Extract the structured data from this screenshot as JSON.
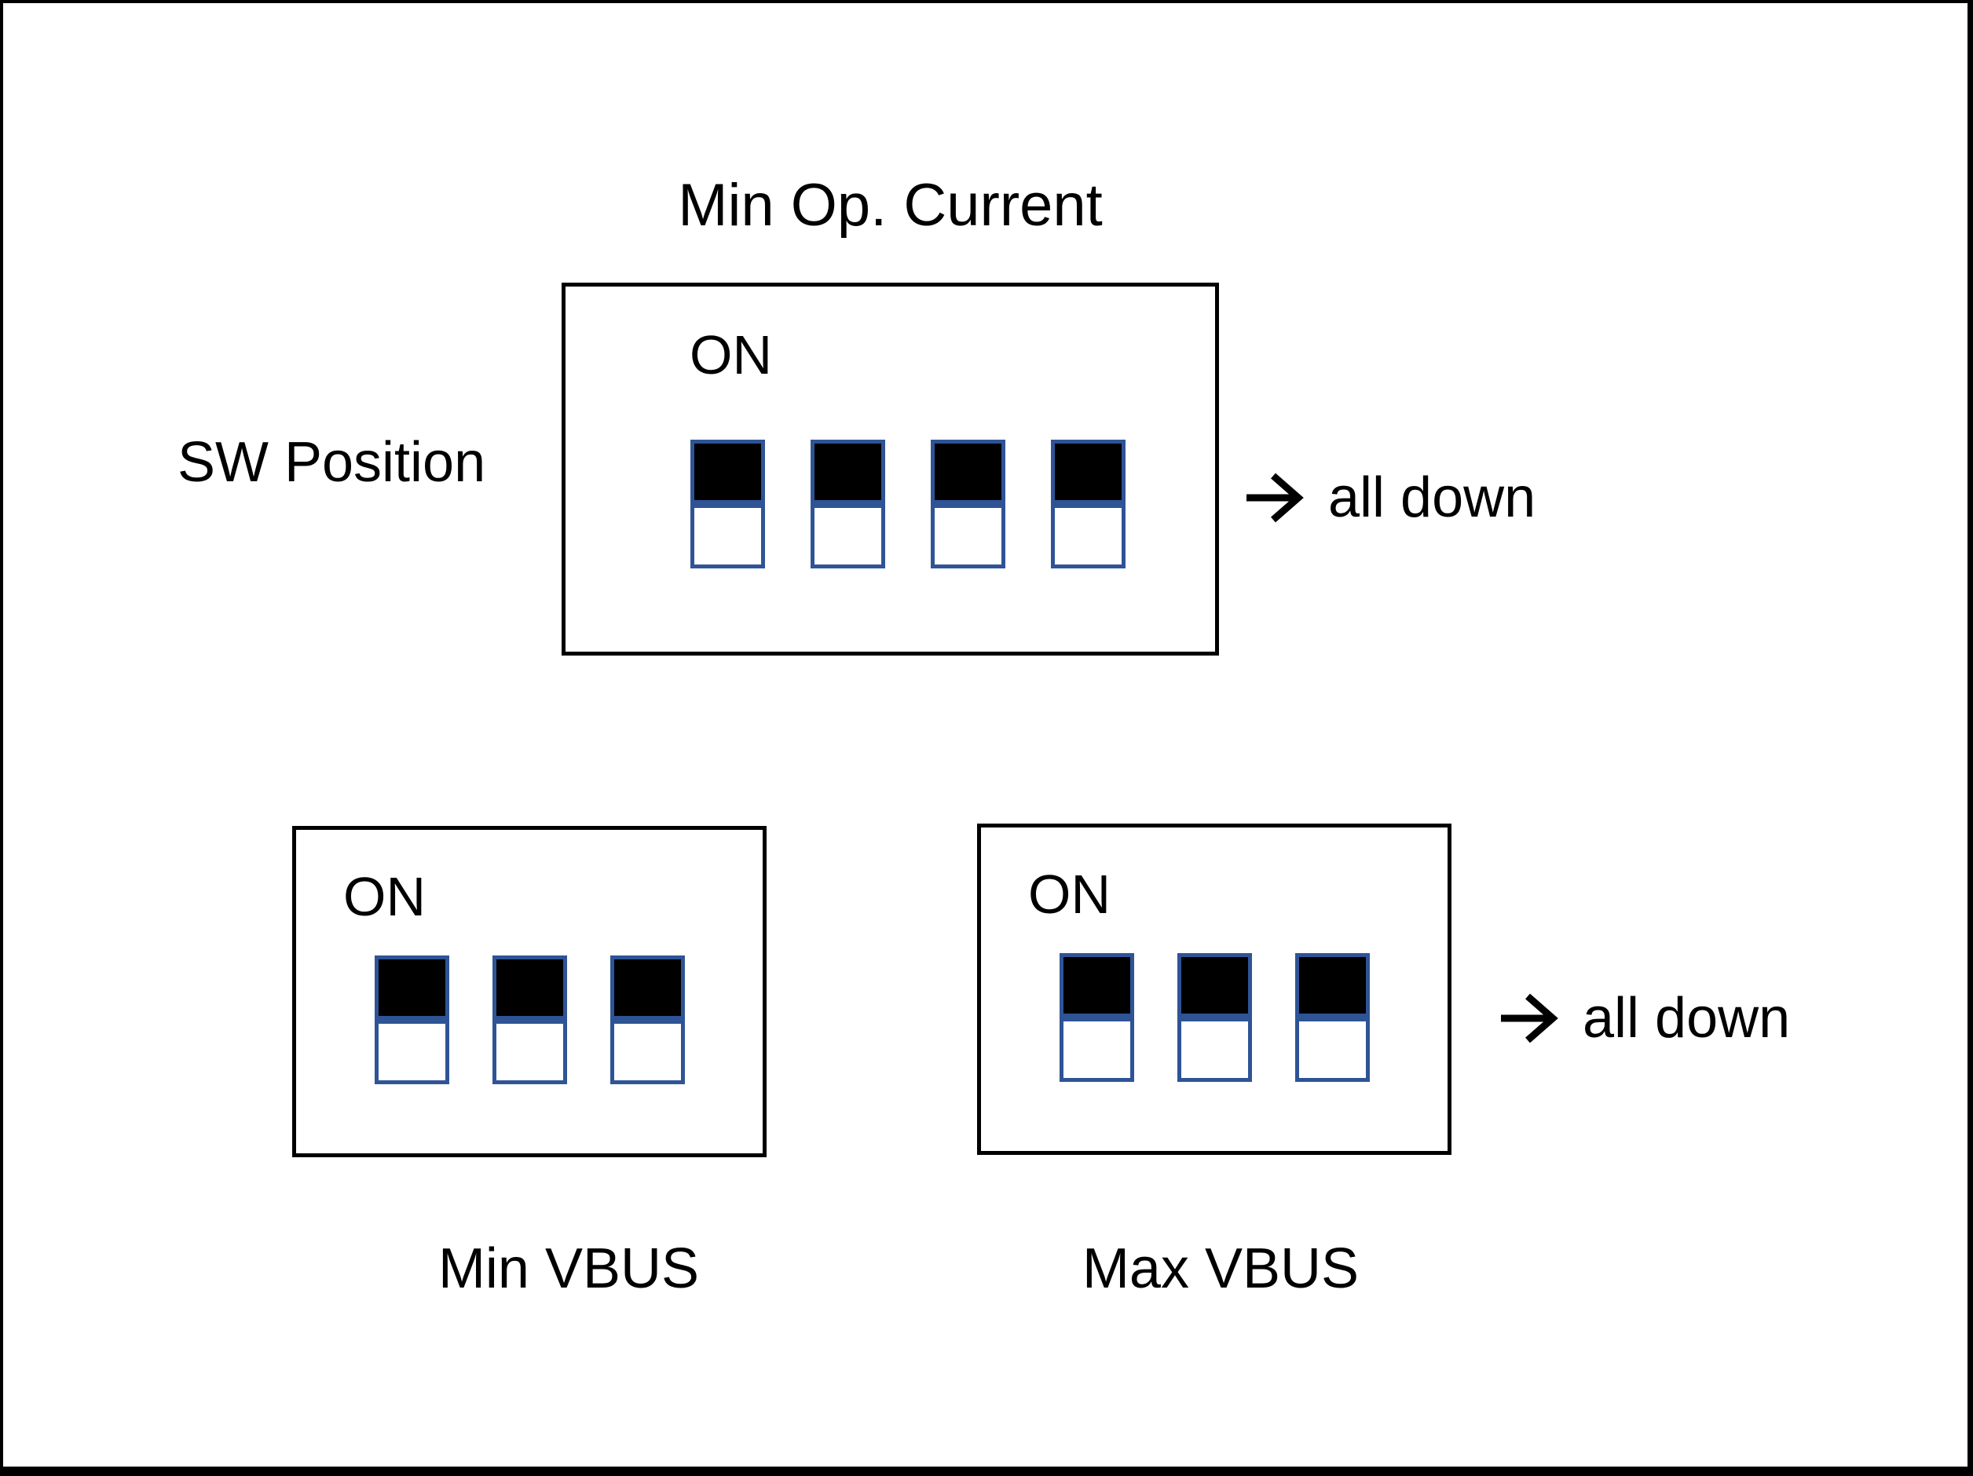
{
  "colors": {
    "background": "#FFFFFF",
    "outline": "#000000",
    "text": "#000000",
    "switch_border": "#2F5496",
    "switch_on": "#000000",
    "switch_off": "#FFFFFF"
  },
  "labels": {
    "side": "SW Position"
  },
  "panels": {
    "min_op_current": {
      "title": "Min Op. Current",
      "on_label": "ON",
      "switches": [
        "top-filled",
        "top-filled",
        "top-filled",
        "top-filled"
      ],
      "annotation": {
        "icon": "right-arrow",
        "text": "all down"
      }
    },
    "min_vbus": {
      "title": "Min VBUS",
      "on_label": "ON",
      "switches": [
        "top-filled",
        "top-filled",
        "top-filled"
      ]
    },
    "max_vbus": {
      "title": "Max VBUS",
      "on_label": "ON",
      "switches": [
        "top-filled",
        "top-filled",
        "top-filled"
      ],
      "annotation": {
        "icon": "right-arrow",
        "text": "all down"
      }
    }
  }
}
